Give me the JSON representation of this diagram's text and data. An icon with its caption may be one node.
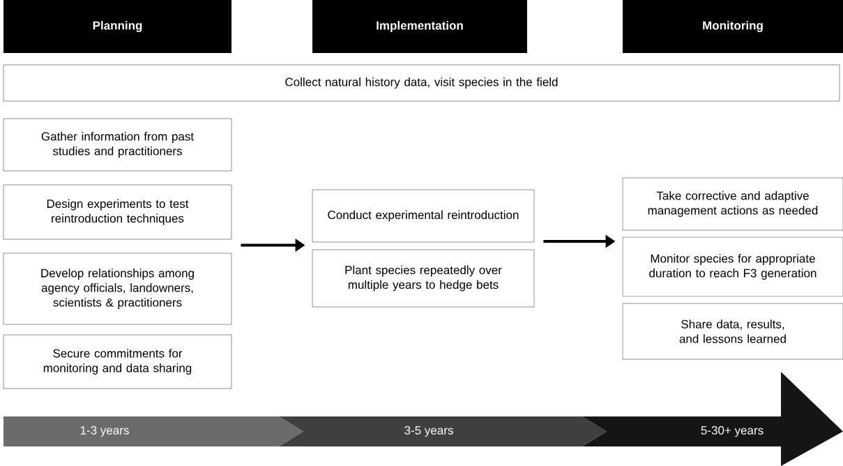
{
  "diagram": {
    "nodes": [
      {
        "text": [
          "Planning"
        ]
      },
      {
        "text": [
          "Implementation"
        ]
      },
      {
        "text": [
          "Monitoring"
        ]
      },
      {
        "text": [
          "Collect natural history data, visit species in the field"
        ]
      },
      {
        "text": [
          "Gather information from past studies and practitioners"
        ]
      },
      {
        "text": [
          "Design experiments to test reintroduction techniques"
        ]
      },
      {
        "text": [
          "Develop relationships among agency officials, landowners, scientists & practitioners"
        ]
      },
      {
        "text": [
          "Secure commitments for monitoring and data sharing"
        ]
      },
      {
        "text": [
          "Conduct experimental reintroduction"
        ]
      },
      {
        "text": [
          "Plant species repeatedly over multiple years to hedge bets"
        ]
      },
      {
        "text": [
          "Take corrective and adaptive management actions as needed"
        ]
      },
      {
        "text": [
          "Monitor species for appropriate duration to reach F3 generation"
        ]
      },
      {
        "text": [
          "Share data, results, and lessons learned"
        ]
      },
      {
        "text": [
          "1-3 years"
        ]
      },
      {
        "text": [
          "3-5 years"
        ]
      },
      {
        "text": [
          "5-30+ years"
        ]
      }
    ],
    "edges": [
      {
        "from": 5,
        "to": 9,
        "arrow": "to"
      },
      {
        "from": 8,
        "to": 11,
        "arrow": "to"
      }
    ]
  }
}
